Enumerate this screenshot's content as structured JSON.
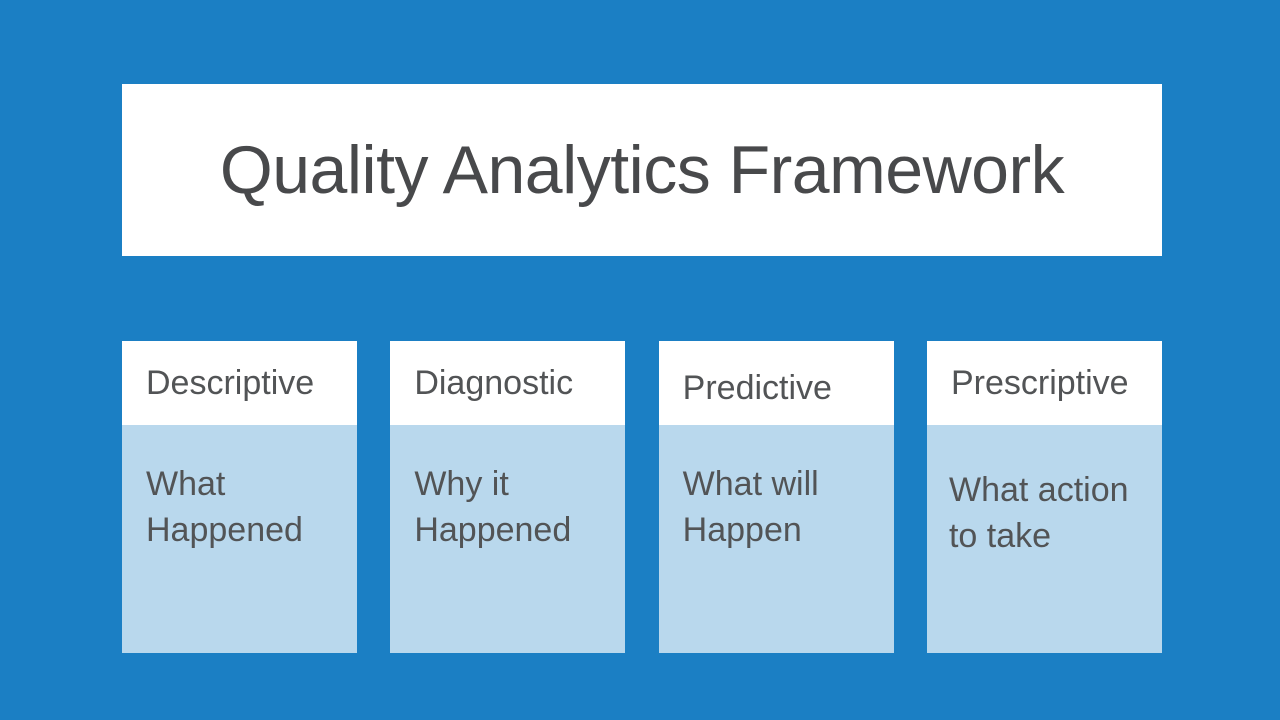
{
  "slide": {
    "title": "Quality Analytics Framework"
  },
  "cards": [
    {
      "title": "Descriptive",
      "body_lines": [
        "What",
        "Happened"
      ]
    },
    {
      "title": "Diagnostic",
      "body_lines": [
        "Why it",
        "Happened"
      ]
    },
    {
      "title": "Predictive",
      "body_lines": [
        "What will",
        "Happen"
      ]
    },
    {
      "title": "Prescriptive",
      "body_lines": [
        "What action",
        "to take"
      ]
    }
  ],
  "colors": {
    "background": "#1B7FC4",
    "card_header": "#FFFFFF",
    "card_body": "#B9D8ED",
    "title_text": "#48494B",
    "card_text": "#525456"
  }
}
